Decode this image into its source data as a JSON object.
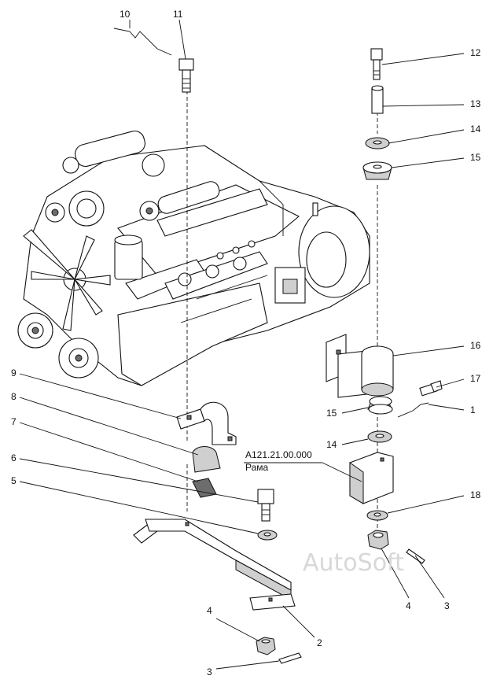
{
  "callouts": [
    {
      "id": "c10",
      "text": "10"
    },
    {
      "id": "c11",
      "text": "11"
    },
    {
      "id": "c12",
      "text": "12"
    },
    {
      "id": "c13",
      "text": "13"
    },
    {
      "id": "c14a",
      "text": "14"
    },
    {
      "id": "c15a",
      "text": "15"
    },
    {
      "id": "c16",
      "text": "16"
    },
    {
      "id": "c17",
      "text": "17"
    },
    {
      "id": "c1",
      "text": "1"
    },
    {
      "id": "c15b",
      "text": "15"
    },
    {
      "id": "c14b",
      "text": "14"
    },
    {
      "id": "c18",
      "text": "18"
    },
    {
      "id": "c9",
      "text": "9"
    },
    {
      "id": "c8",
      "text": "8"
    },
    {
      "id": "c7",
      "text": "7"
    },
    {
      "id": "c6",
      "text": "6"
    },
    {
      "id": "c5",
      "text": "5"
    },
    {
      "id": "c4a",
      "text": "4"
    },
    {
      "id": "c3a",
      "text": "3"
    },
    {
      "id": "c4b",
      "text": "4"
    },
    {
      "id": "c3b",
      "text": "3"
    },
    {
      "id": "c2",
      "text": "2"
    }
  ],
  "frame_label": {
    "code": "А121.21.00.000",
    "name": "Рама"
  },
  "watermark": "AutoSoft"
}
